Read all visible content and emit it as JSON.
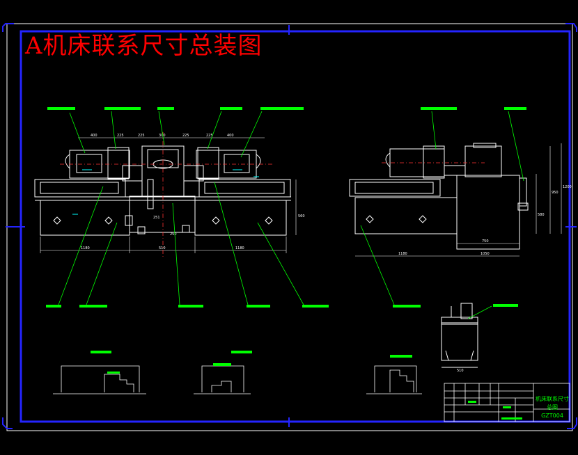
{
  "drawing": {
    "title": "A机床联系尺寸总装图",
    "colors": {
      "background": "#000000",
      "border": "#2424ff",
      "title": "#ff0000",
      "part_lines": "#ffffff",
      "leaders": "#00ff00",
      "centerlines": "#ff3333",
      "hidden": "#00ffff"
    },
    "title_block": {
      "name_line1": "机床联系尺寸",
      "name_line2": "总图",
      "drawing_code": "GZT004"
    },
    "dimensions": {
      "front_top": [
        "400",
        "225",
        "225",
        "300",
        "225",
        "225",
        "400"
      ],
      "front_bottom": [
        "1180",
        "510",
        "1180"
      ],
      "front_right": "560",
      "front_small": [
        "250",
        "251"
      ],
      "side_bottom": [
        "1180",
        "1050"
      ],
      "side_mid": "750",
      "side_right": [
        "1200",
        "950",
        "580"
      ],
      "detail_bottom": "510"
    }
  }
}
